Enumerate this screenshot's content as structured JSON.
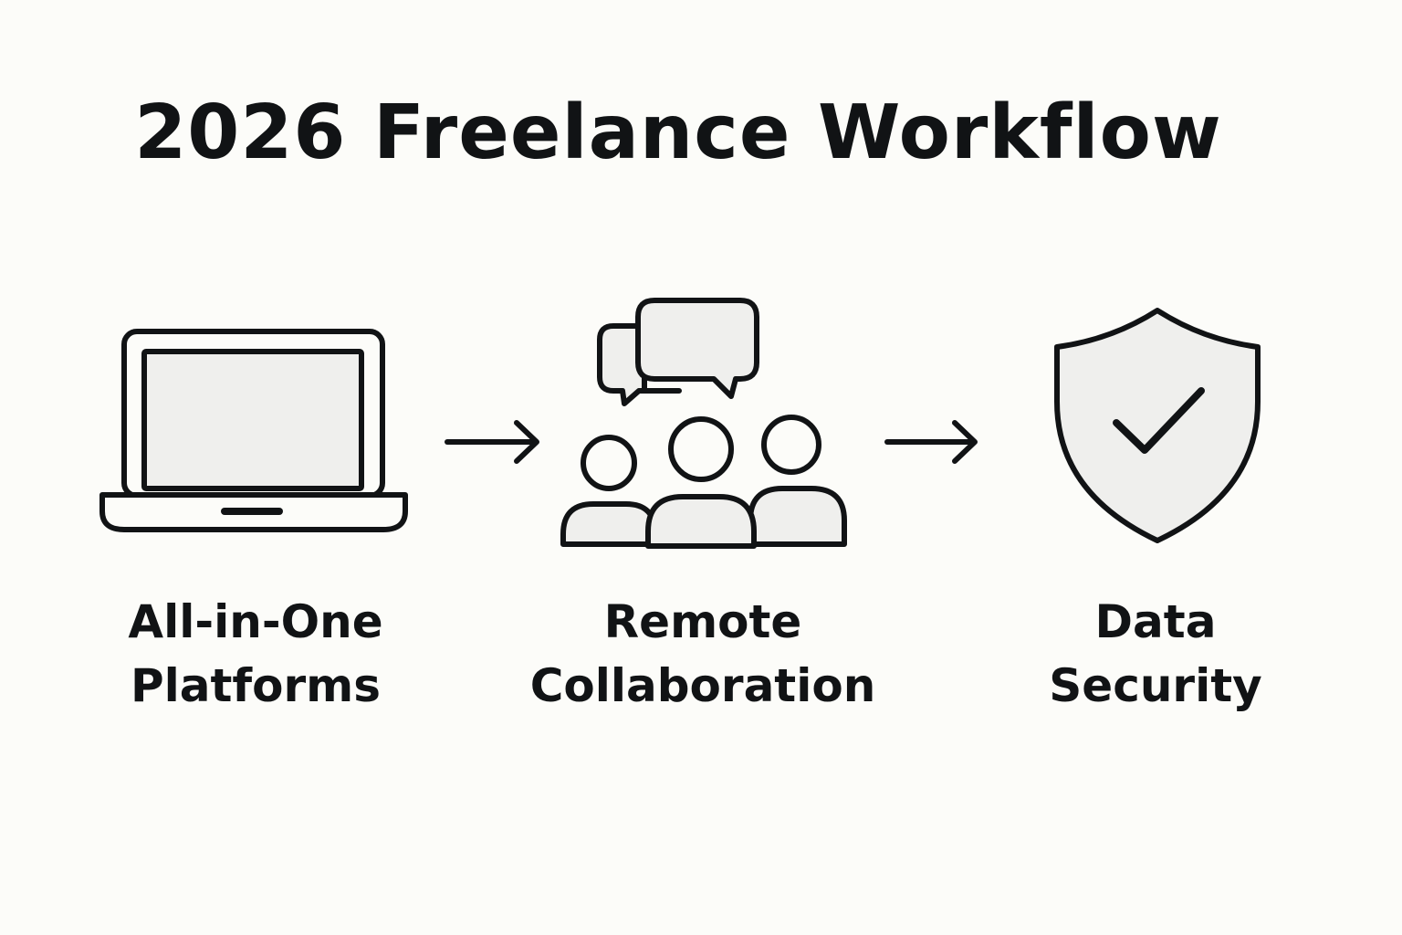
{
  "title": "2026 Freelance Workflow",
  "colors": {
    "background": "#fcfcf9",
    "stroke": "#111315",
    "fill": "#efefed"
  },
  "steps": [
    {
      "icon": "laptop-icon",
      "line1": "All-in-One",
      "line2": "Platforms"
    },
    {
      "icon": "team-chat-icon",
      "line1": "Remote",
      "line2": "Collaboration"
    },
    {
      "icon": "shield-check-icon",
      "line1": "Data",
      "line2": "Security"
    }
  ],
  "connectors": [
    "arrow-right-icon",
    "arrow-right-icon"
  ]
}
